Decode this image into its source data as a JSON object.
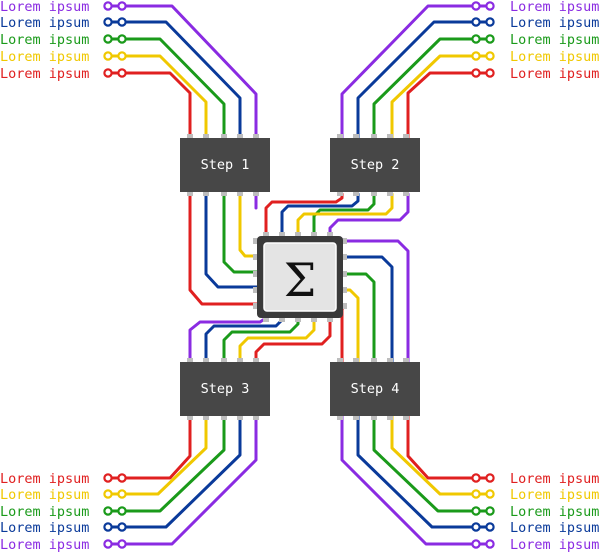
{
  "colors": {
    "purple": "#8a2be2",
    "blue": "#0a3a9a",
    "green": "#1a9a1a",
    "yellow": "#f0c800",
    "red": "#e02020",
    "chip": "#474747",
    "pin": "#bdbdbd",
    "cpu_face": "#e4e4e4",
    "cpu_frame": "#3a3a3a"
  },
  "labels": {
    "top_left": [
      {
        "text": "Lorem ipsum",
        "color": "purple"
      },
      {
        "text": "Lorem ipsum",
        "color": "blue"
      },
      {
        "text": "Lorem ipsum",
        "color": "green"
      },
      {
        "text": "Lorem ipsum",
        "color": "yellow"
      },
      {
        "text": "Lorem ipsum",
        "color": "red"
      }
    ],
    "top_right": [
      {
        "text": "Lorem ipsum",
        "color": "purple"
      },
      {
        "text": "Lorem ipsum",
        "color": "blue"
      },
      {
        "text": "Lorem ipsum",
        "color": "green"
      },
      {
        "text": "Lorem ipsum",
        "color": "yellow"
      },
      {
        "text": "Lorem ipsum",
        "color": "red"
      }
    ],
    "bottom_left": [
      {
        "text": "Lorem ipsum",
        "color": "red"
      },
      {
        "text": "Lorem ipsum",
        "color": "yellow"
      },
      {
        "text": "Lorem ipsum",
        "color": "green"
      },
      {
        "text": "Lorem ipsum",
        "color": "blue"
      },
      {
        "text": "Lorem ipsum",
        "color": "purple"
      }
    ],
    "bottom_right": [
      {
        "text": "Lorem ipsum",
        "color": "red"
      },
      {
        "text": "Lorem ipsum",
        "color": "yellow"
      },
      {
        "text": "Lorem ipsum",
        "color": "green"
      },
      {
        "text": "Lorem ipsum",
        "color": "blue"
      },
      {
        "text": "Lorem ipsum",
        "color": "purple"
      }
    ]
  },
  "steps": {
    "step1": "Step 1",
    "step2": "Step 2",
    "step3": "Step 3",
    "step4": "Step 4"
  },
  "center": {
    "symbol": "Σ"
  }
}
